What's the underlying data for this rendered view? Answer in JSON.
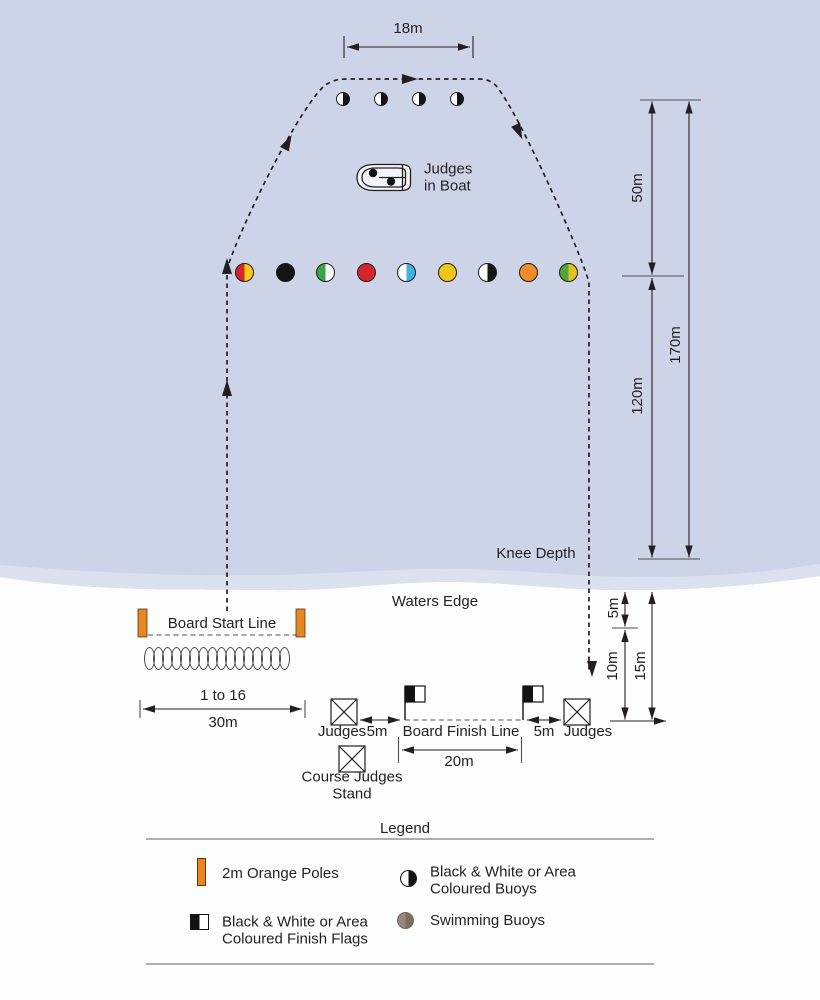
{
  "colors": {
    "water": "#cdd4e8",
    "water_light": "#dce1f0",
    "sand": "#fdfdfd",
    "ink": "#231f20",
    "orange_pole": "#e8871f",
    "flag_black": "#131313",
    "flag_white": "#ffffff"
  },
  "course": {
    "top_buoys": [
      {
        "left": "#ffffff",
        "right": "#131313"
      },
      {
        "left": "#ffffff",
        "right": "#131313"
      },
      {
        "left": "#ffffff",
        "right": "#131313"
      },
      {
        "left": "#ffffff",
        "right": "#131313"
      }
    ],
    "mid_buoys": [
      {
        "left": "#d6262c",
        "right": "#fcc911"
      },
      {
        "left": "#141414",
        "right": "#141414"
      },
      {
        "left": "#36a647",
        "right": "#ffffff"
      },
      {
        "left": "#d6262c",
        "right": "#d6262c"
      },
      {
        "left": "#ffffff",
        "right": "#3fb3e3"
      },
      {
        "left": "#f0c419",
        "right": "#f0c419"
      },
      {
        "left": "#ffffff",
        "right": "#141414"
      },
      {
        "left": "#f28b28",
        "right": "#f28b28"
      },
      {
        "left": "#53a43a",
        "right": "#e0c320"
      }
    ],
    "boards": {
      "count": 16
    }
  },
  "dims": {
    "course_width": "18m",
    "d50": "50m",
    "d170": "170m",
    "d120": "120m",
    "d5_beach": "5m",
    "d10": "10m",
    "d15": "15m",
    "board_range": "1 to 16",
    "d30": "30m",
    "d5_left": "5m",
    "d20": "20m",
    "d5_right": "5m"
  },
  "labels": {
    "judges_boat_1": "Judges",
    "judges_boat_2": "in Boat",
    "knee_depth": "Knee Depth",
    "waters_edge": "Waters Edge",
    "board_start_line": "Board Start Line",
    "judges_left": "Judges",
    "board_finish_line": "Board Finish Line",
    "judges_right": "Judges",
    "course_judges_1": "Course Judges",
    "course_judges_2": "Stand"
  },
  "legend": {
    "title": "Legend",
    "pole_swatch": {
      "left": "#e8871f",
      "right": "#e8871f"
    },
    "pole_label": "2m Orange Poles",
    "buoy_swatch": {
      "left": "#ffffff",
      "right": "#131313"
    },
    "buoy_label_1": "Black & White or Area",
    "buoy_label_2": "Coloured Buoys",
    "flag_swatch": {
      "left": "#131313",
      "right": "#ffffff"
    },
    "flag_label_1": "Black & White or Area",
    "flag_label_2": "Coloured Finish Flags",
    "swim_swatch": {
      "left": "#95887c",
      "right": "#7a6d62"
    },
    "swim_label": "Swimming Buoys"
  }
}
